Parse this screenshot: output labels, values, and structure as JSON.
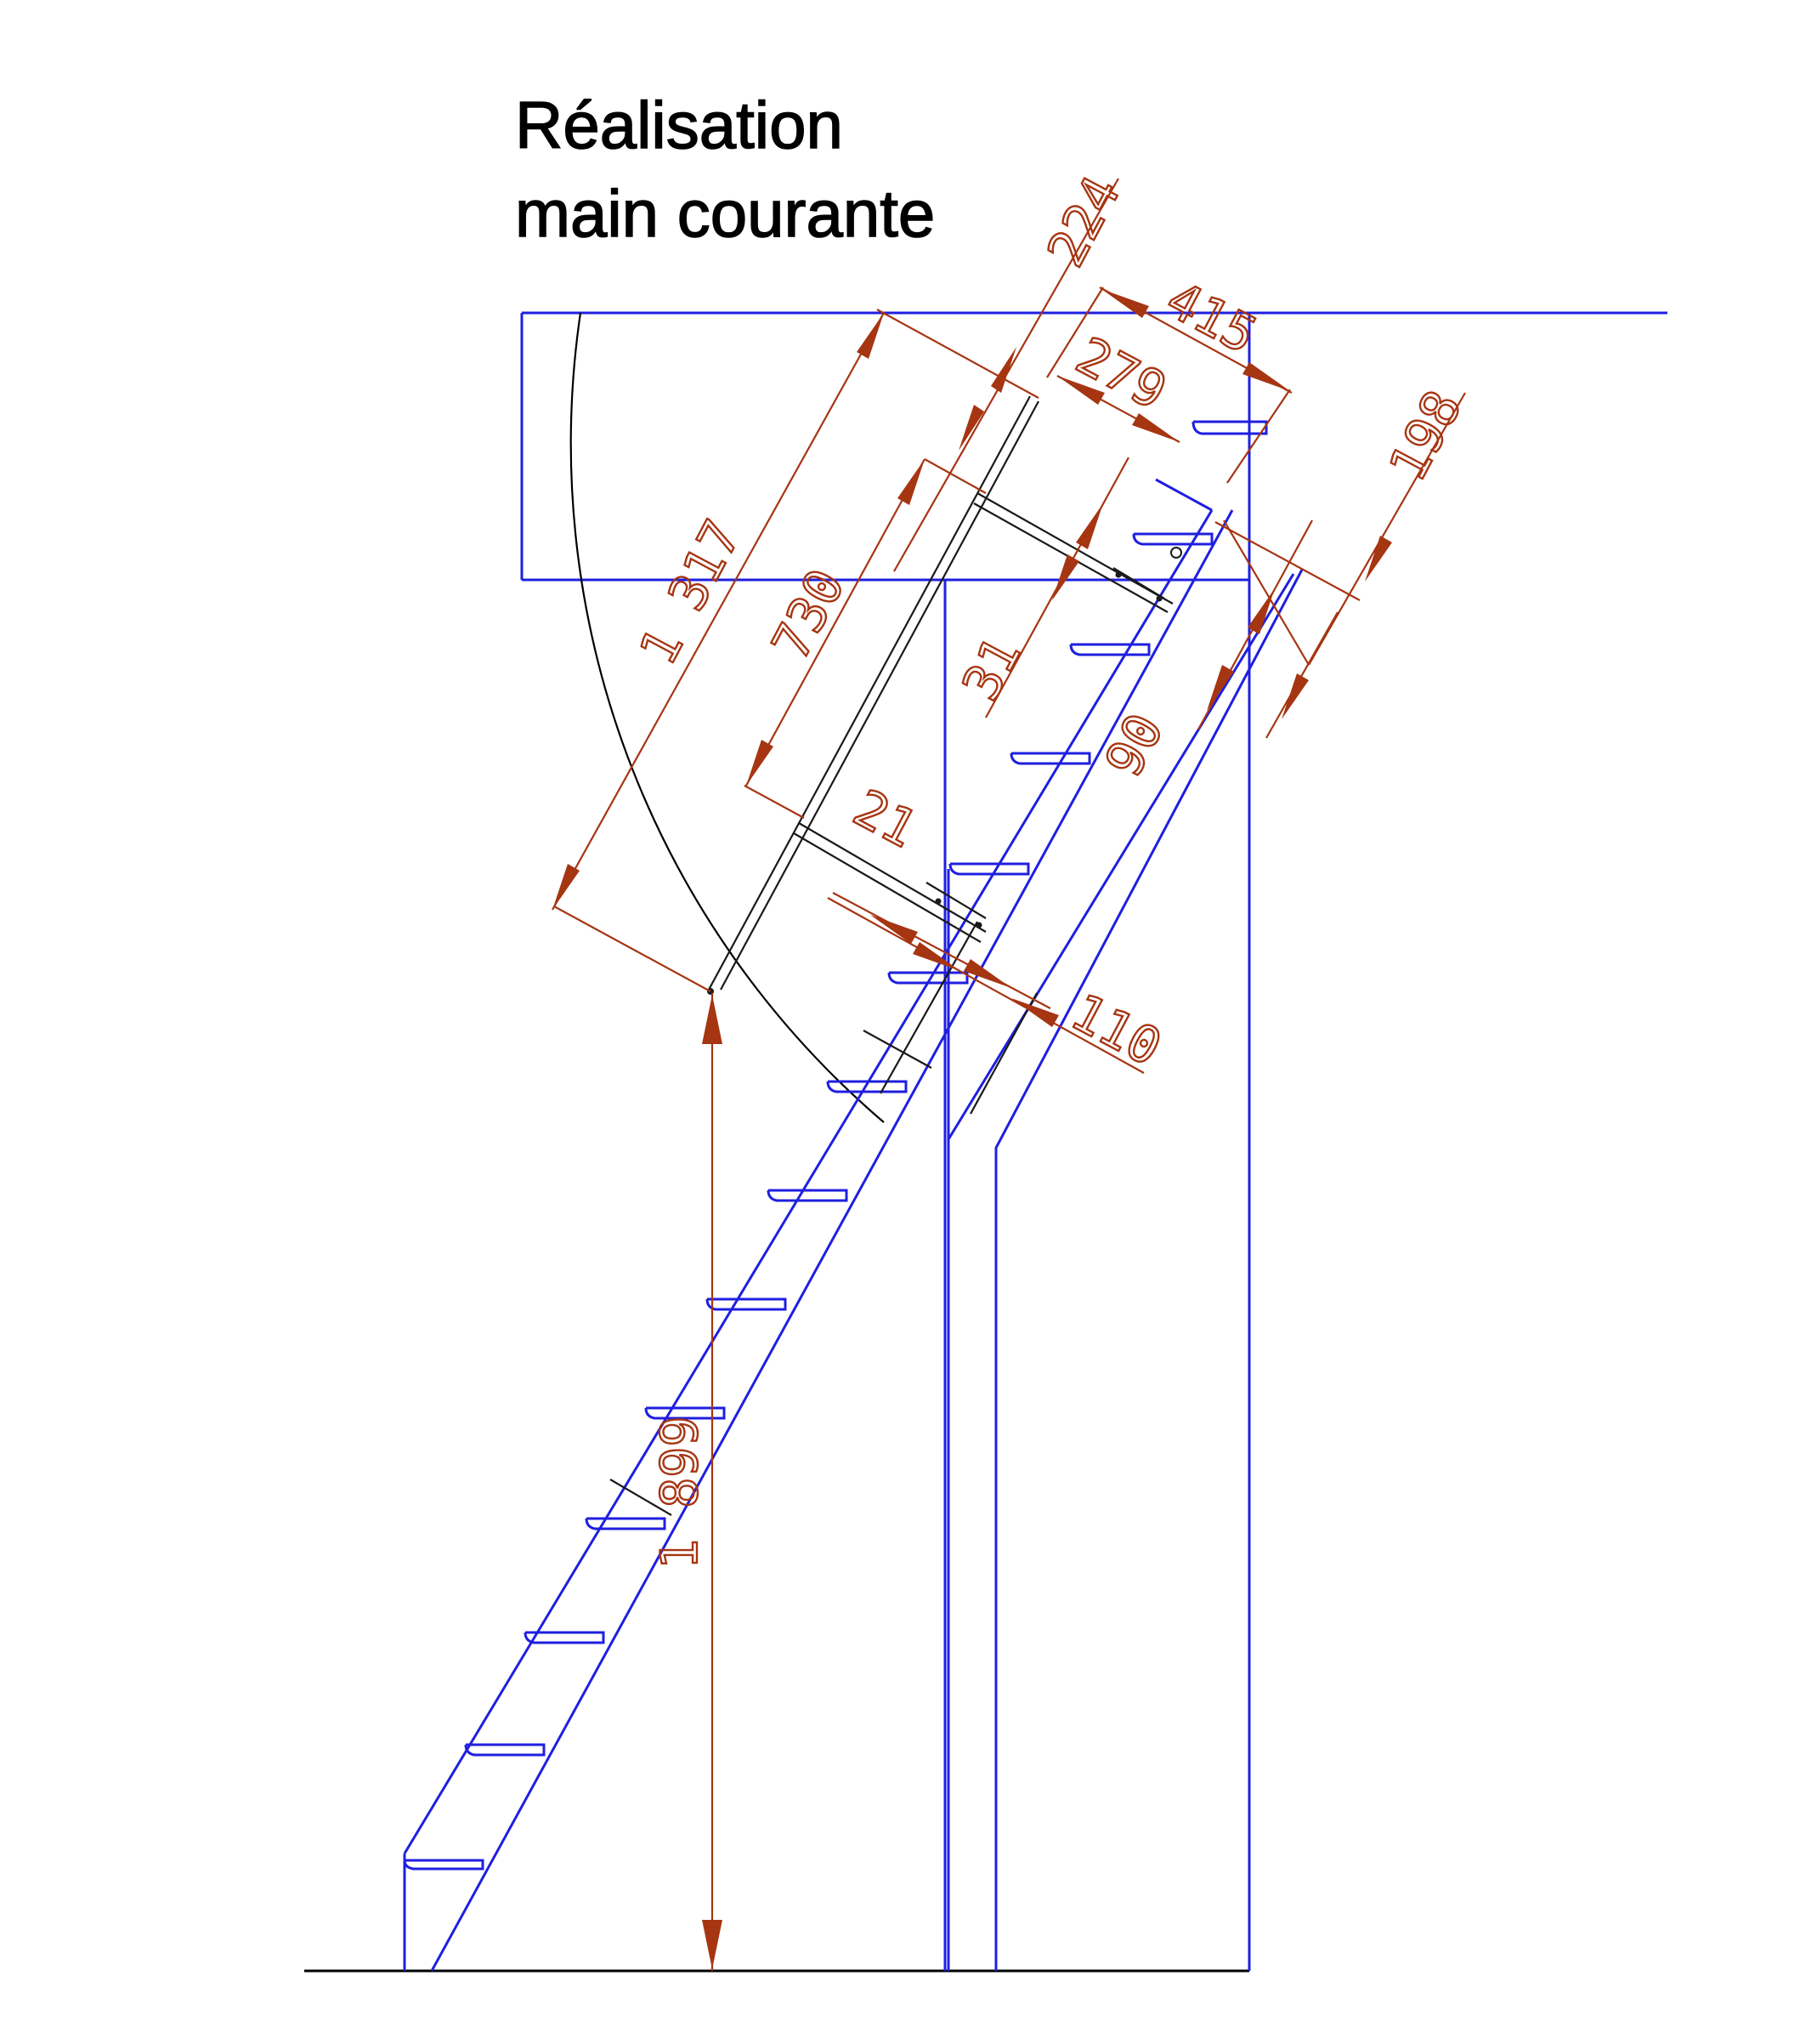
{
  "title": {
    "line1": "Réalisation",
    "line2": "main courante"
  },
  "dimensions": {
    "d224": "224",
    "d415": "415",
    "d279": "279",
    "d198": "198",
    "d1317": "1 317",
    "d730": "730",
    "d31": "31",
    "d90": "90",
    "d21": "21",
    "d110": "110",
    "d1899": "1 899"
  },
  "colors": {
    "outline": "#1f1fe0",
    "dimension": "#a63512",
    "handrail": "#1a1a1a"
  }
}
